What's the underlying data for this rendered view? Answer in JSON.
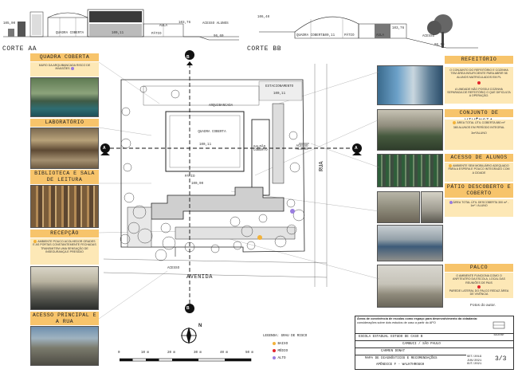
{
  "sections": {
    "aa": {
      "title": "CORTE AA",
      "labels": [
        "QUADRA COBERTA",
        "PÁTIO",
        "AULA",
        "ACESSO ALUNOS"
      ],
      "levels": [
        "105,00",
        "100,11",
        "103,76",
        "96,60"
      ]
    },
    "bb": {
      "title": "CORTE BB",
      "labels": [
        "QUADRA COBERTA",
        "PÁTIO",
        "AULA",
        "ACESSO"
      ],
      "levels": [
        "106,40",
        "100,11",
        "103,76",
        "96,50"
      ]
    }
  },
  "left_panels": [
    {
      "title": "QUADRA COBERTA",
      "notes": [
        "MURO DA ARQUIBANCADA RISCO DE INVASÕES"
      ],
      "risk": "alto"
    },
    {
      "title": "LABORATÓRIO",
      "notes": [],
      "risk": ""
    },
    {
      "title": "BIBLIOTECA E SALA DE LEITURA",
      "notes": [],
      "risk": ""
    },
    {
      "title": "RECEPÇÃO",
      "notes": [
        "AMBIENTE POUCO ACOLHEDOR GRADES E AS PORTAS CONSTANTEMENTE FECHADAS TRANSMITEM UMA SENSAÇÃO DE INSEGURANÇA E PRESÍDIO"
      ],
      "risk": "baixo"
    },
    {
      "title": "ACESSO PRINCIPAL E A RUA",
      "notes": [],
      "risk": ""
    }
  ],
  "right_panels": [
    {
      "title": "REFEITÓRIO",
      "notes": [
        "O CONJUNTO DO REFEITÓRIO E COZINHA TEM ÁREA INSUFICIENTE PARA ABRIR 98 ALUNOS MATRICULADOS EM PL",
        "A UNIDADE NÃO POSSUI COZINHA SEPARADA DE REFEITÓRIO O QUE DIFICULTA A OPERAÇÃO."
      ],
      "risk": "medio"
    },
    {
      "title": "CONJUNTO DE VIVÊNCIA",
      "notes": [
        "ÁREA TOTAL ÚTIL COBERTA 880 m²",
        "380 ALUNOS EM PERÍODO INTEGRAL",
        "3m²/ALUNO"
      ],
      "risk": "baixo"
    },
    {
      "title": "ACESSO DE ALUNOS",
      "notes": [
        "AMBIENTE SEM MOBILIÁRIO ADEQUADO PARA A ESPERA E POUCO INTEGRADO COM A CIDADE"
      ],
      "risk": "baixo"
    },
    {
      "title": "PÁTIO DESCOBERTO E COBERTO",
      "notes": [
        "ÁREA TOTAL ÚTIL DESCOBERTA 300 m² - 1m² / ALUNO"
      ],
      "risk": "alto"
    },
    {
      "title": "PALCO",
      "notes": [
        "O AMBIENTE FUNCIONA COMO O ANFITEATRO DA ESCOLA, LOCAL DAS REUNIÕES DE PAIS",
        "PAREDE LATERAL DO PALCO REDUZ ÁREA DE VIVÊNCIA"
      ],
      "risk": "medio"
    }
  ],
  "plan": {
    "labels": {
      "estacionamento": "ESTACIONAMENTO",
      "arquibancada": "ARQUIBANCADA",
      "quadra": "QUADRA COBERTA",
      "galpao": "GALPÃO COBERTO",
      "patio": "PÁTIO",
      "acesso_alunos": "ACESSO ALUNOS",
      "acesso": "ACESSO",
      "rua": "RUA",
      "avenida": "AVENIDA"
    },
    "levels": [
      "100,11",
      "100,11",
      "100,00",
      "100,11"
    ],
    "section_marks": {
      "a": "A",
      "b": "B"
    },
    "north": "N"
  },
  "scale": {
    "ticks": [
      "0",
      "10 m",
      "20 m",
      "30 m",
      "40 m",
      "50 m"
    ]
  },
  "legend": {
    "title": "LEGENDA: GRAU DE RISCO",
    "items": [
      {
        "label": "BAIXO",
        "color": "#f2b23a"
      },
      {
        "label": "MÉDIO",
        "color": "#e3262d"
      },
      {
        "label": "ALTO",
        "color": "#9a7de0"
      }
    ]
  },
  "photo_credit": "Fotos do autor.",
  "title_block": {
    "project": "Áreas de convivência de escolas como espaço para desenvolvimento da cidadania:",
    "project_sub": "considerações sobre dois estudos de caso a partir do APO",
    "logo": "FAU/USP",
    "school": "ESCOLA ESTADUAL ESTUDO DE CASO B",
    "location": "CAMBUCI / SÃO PAULO",
    "author": "CARMEN DONAT",
    "sheet_title": "MAPA DE DIAGNÓSTICOS E RECOMENDAÇÕES",
    "appendix": "APÊNDICE F - WALKTHROUGH",
    "dates": [
      "SET/2019",
      "JUN/2021",
      "OUT/2021"
    ],
    "sheet": "3/3"
  },
  "colors": {
    "header": "#f7c46b",
    "note": "#fde8b6",
    "line": "#333333"
  }
}
